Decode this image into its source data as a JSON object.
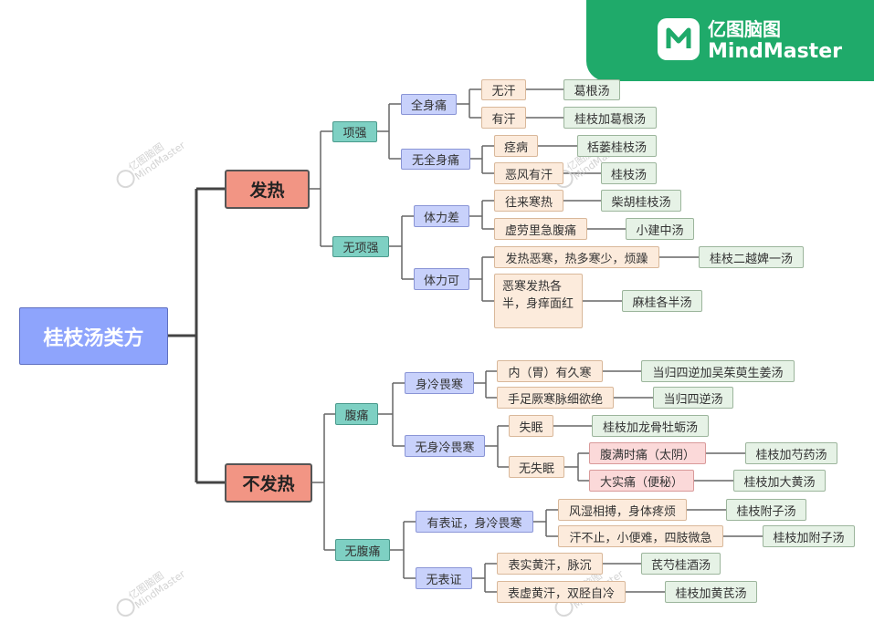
{
  "brand": {
    "name_cn": "亿图脑图",
    "name_en": "MindMaster"
  },
  "watermark": {
    "cn": "亿图脑图",
    "en": "MindMaster"
  },
  "map": {
    "root": "桂枝汤类方",
    "fever": "发热",
    "no_fever": "不发热",
    "neck_stiff": "项强",
    "no_neck_stiff": "无项强",
    "full_body_pain": "全身痛",
    "no_full_body_pain": "无全身痛",
    "no_sweat": "无汗",
    "gegen_tang": "葛根汤",
    "has_sweat": "有汗",
    "guizhi_jia_gegen": "桂枝加葛根汤",
    "jing_bing": "痉病",
    "gualou_guizhi": "栝蒌桂枝汤",
    "wufeng_youhan": "恶风有汗",
    "guizhi_tang_1": "桂枝汤",
    "weak_body": "体力差",
    "wanglai_hanre": "往来寒热",
    "chaihu_guizhi": "柴胡桂枝汤",
    "xulao_futong": "虚劳里急腹痛",
    "xiao_jianzhong": "小建中汤",
    "ok_body": "体力可",
    "fare_wuhan": "发热恶寒，热多寒少，烦躁",
    "guizhi_eryue": "桂枝二越婢一汤",
    "wuhan_fare_half": "恶寒发热各半，身痒面红",
    "mageui_geban": "麻桂各半汤",
    "abdominal_pain": "腹痛",
    "body_cold": "身冷畏寒",
    "nei_wei_jiuhan": "内（胃）有久寒",
    "danggui_sini_wuzhuyu": "当归四逆加吴茱萸生姜汤",
    "shouzu_jueHan": "手足厥寒脉细欲绝",
    "danggui_sini": "当归四逆汤",
    "no_body_cold": "无身冷畏寒",
    "shimian": "失眠",
    "guizhi_longgu_muli": "桂枝加龙骨牡蛎汤",
    "no_shimian": "无失眠",
    "fuman_shitong": "腹满时痛（太阴）",
    "guizhi_jia_shaoyao": "桂枝加芍药汤",
    "dashi_tong": "大实痛（便秘）",
    "guizhi_jia_dahuang": "桂枝加大黄汤",
    "no_abdominal_pain": "无腹痛",
    "has_biaozheng": "有表证，身冷畏寒",
    "fengshi_xiangbo": "风湿相搏，身体疼烦",
    "guizhi_fuzi": "桂枝附子汤",
    "hanchu_buzhi": "汗不止，小便难，四肢微急",
    "guizhi_jia_fuzi": "桂枝加附子汤",
    "no_biaozheng": "无表证",
    "biaoshi_huanghan": "表实黄汗，脉沉",
    "qishao_guijiu": "芪芍桂酒汤",
    "biaoxu_huanghan": "表虚黄汗，双胫自冷",
    "guizhi_jia_huangqi": "桂枝加黄芪汤"
  }
}
